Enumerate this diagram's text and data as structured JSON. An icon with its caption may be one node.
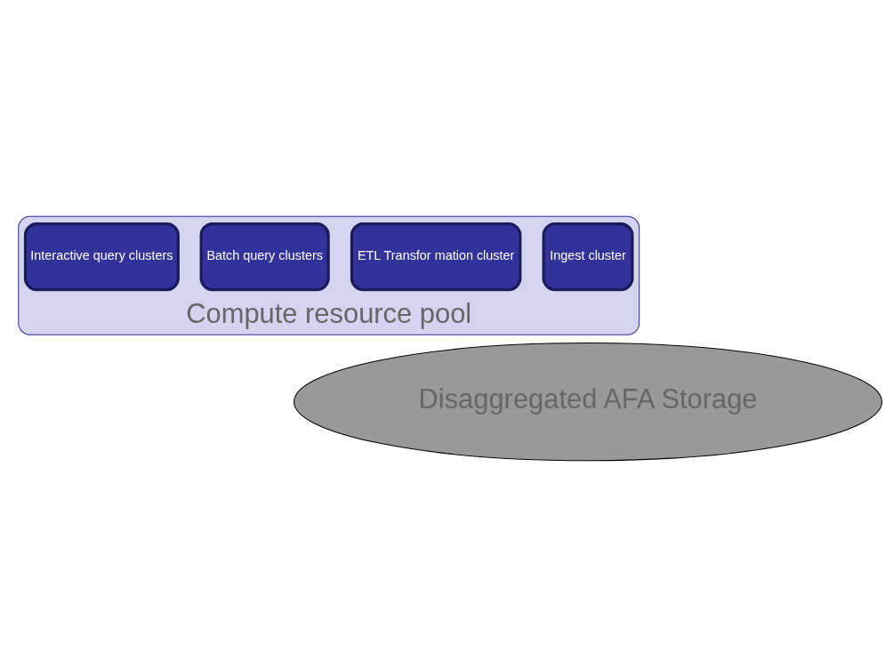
{
  "diagram": {
    "nodes": [
      {
        "text": [
          "Compute resource pool"
        ]
      },
      {
        "text": [
          "Ingest cluster"
        ],
        "in": 0
      },
      {
        "text": [
          "ETL Transfor mation cluster"
        ],
        "in": 0
      },
      {
        "text": [
          "Batch query clusters"
        ],
        "in": 0
      },
      {
        "text": [
          "Interactive query clusters"
        ],
        "in": 0
      },
      {
        "text": [
          "Disaggregated AFA Storage"
        ]
      }
    ]
  }
}
